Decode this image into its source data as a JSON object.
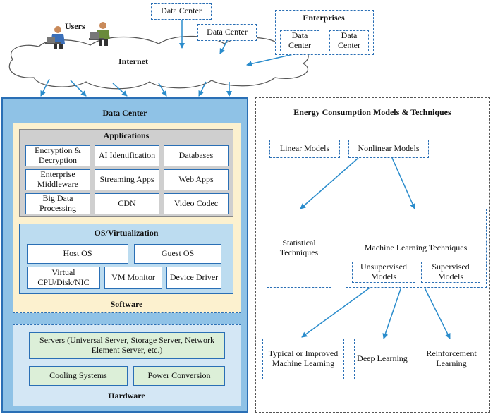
{
  "colors": {
    "accent": "#2a6fb5",
    "datacenter_fill": "#8fc2e6",
    "software_fill": "#fcf1cf",
    "applications_fill": "#cfcfcf",
    "os_fill": "#bcdcf0",
    "hardware_fill": "#d4e7f5",
    "hardware_item_fill": "#dcefd8"
  },
  "top": {
    "users_label": "Users",
    "internet_label": "Internet",
    "remote_dc_1": "Data Center",
    "remote_dc_2": "Data Center",
    "enterprises": {
      "title": "Enterprises",
      "dc_1": "Data Center",
      "dc_2": "Data Center"
    }
  },
  "datacenter": {
    "title": "Data Center",
    "software": {
      "label": "Software",
      "applications": {
        "title": "Applications",
        "items": [
          "Encryption & Decryption",
          "AI Identification",
          "Databases",
          "Enterprise Middleware",
          "Streaming Apps",
          "Web Apps",
          "Big Data Processing",
          "CDN",
          "Video Codec"
        ]
      },
      "os": {
        "title": "OS/Virtualization",
        "items": [
          "Host OS",
          "Guest OS",
          "Virtual CPU/Disk/NIC",
          "VM Monitor",
          "Device Driver"
        ]
      }
    },
    "hardware": {
      "label": "Hardware",
      "servers": "Servers (Universal Server, Storage Server, Network Element Server, etc.)",
      "cooling": "Cooling Systems",
      "power": "Power Conversion"
    }
  },
  "energy": {
    "title": "Energy Consumption Models & Techniques",
    "linear": "Linear Models",
    "nonlinear": "Nonlinear Models",
    "statistical": "Statistical Techniques",
    "ml": {
      "title": "Machine Learning Techniques",
      "unsupervised": "Unsupervised Models",
      "supervised": "Supervised Models"
    },
    "typical": "Typical or Improved Machine Learning",
    "deep": "Deep Learning",
    "reinforcement": "Reinforcement Learning"
  }
}
